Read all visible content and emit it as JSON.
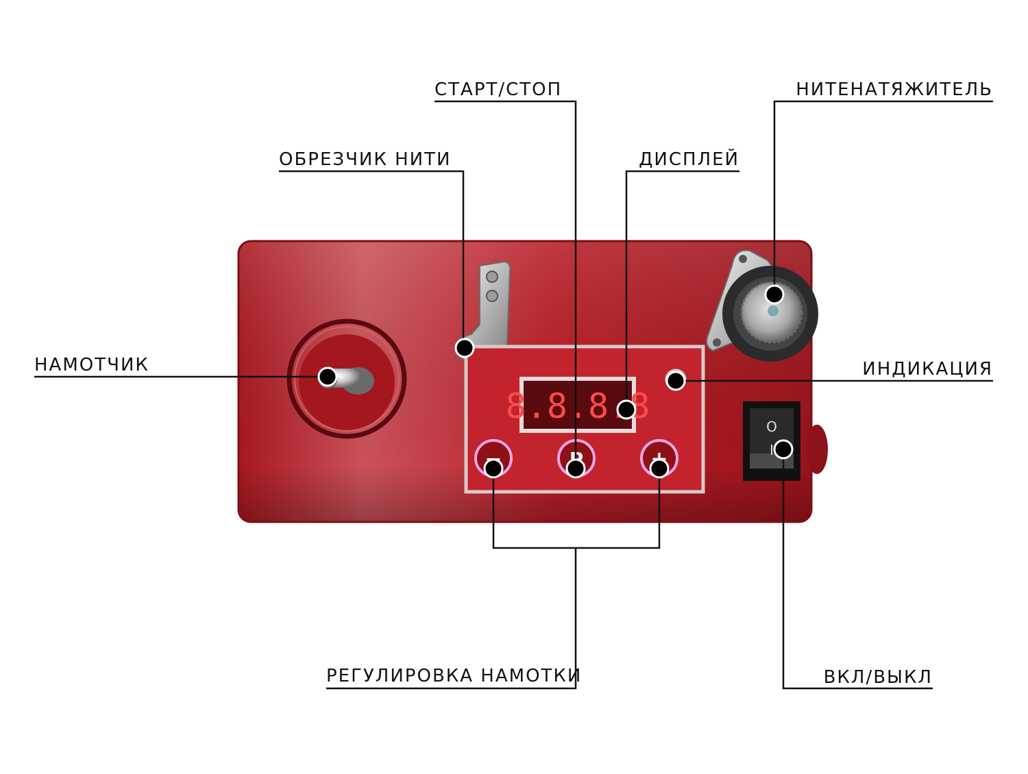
{
  "labels": {
    "start_stop": "СТАРТ/СТОП",
    "tensioner": "НИТЕНАТЯЖИТЕЛЬ",
    "thread_cutter": "ОБРЕЗЧИК НИТИ",
    "display": "ДИСПЛЕЙ",
    "winder": "НАМОТЧИК",
    "indicator": "ИНДИКАЦИЯ",
    "winding_adjust": "РЕГУЛИРОВКА  НАМОТКИ",
    "power": "ВКЛ/ВЫКЛ"
  },
  "device": {
    "display_text": "8.8.8.8",
    "button_minus": "−",
    "button_p": "P",
    "button_plus": "+",
    "switch_off_mark": "O",
    "switch_on_mark": "I"
  },
  "colors": {
    "body_red": "#b81d26",
    "body_dark": "#8e1219",
    "panel_border": "#d9c9c9",
    "display_bg": "#5a0b10",
    "segment_red": "#ff4a4a",
    "ring_glow": "#f2a6e6",
    "leader_line": "#111111",
    "marker": "#000000"
  }
}
